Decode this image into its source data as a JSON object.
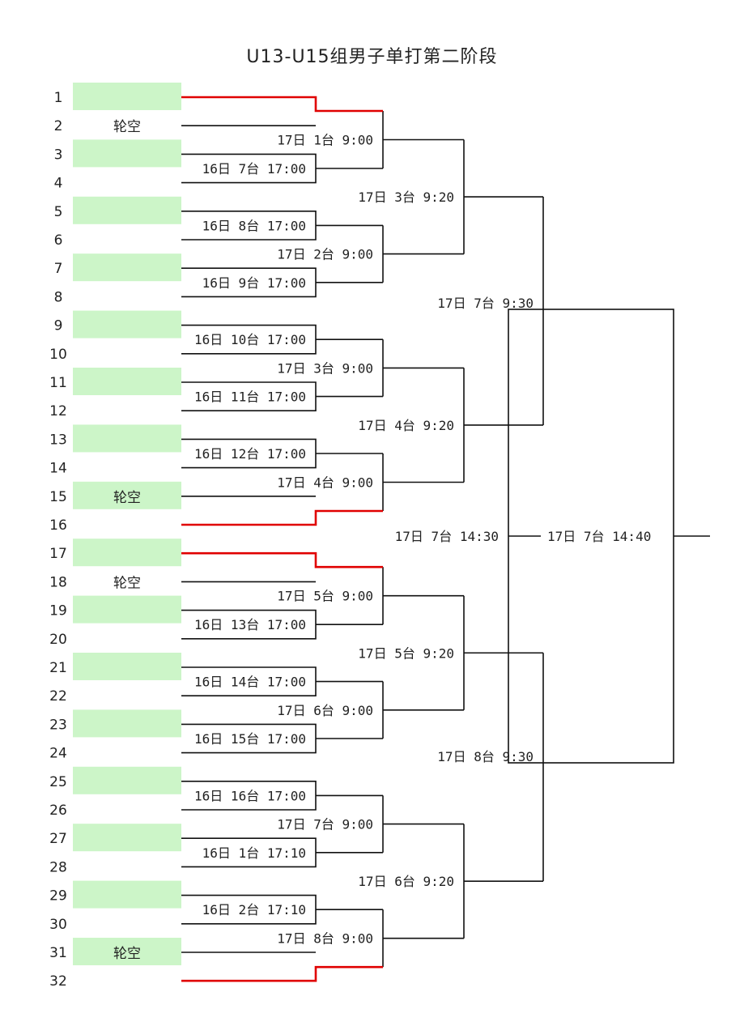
{
  "title": "U13-U15组男子单打第二阶段",
  "colors": {
    "slot_fill": "#ccf5c8",
    "line": "#111111",
    "advance_line": "#e00000"
  },
  "slots": [
    {
      "seed": "1",
      "label": ""
    },
    {
      "seed": "2",
      "label": "轮空"
    },
    {
      "seed": "3",
      "label": ""
    },
    {
      "seed": "4",
      "label": ""
    },
    {
      "seed": "5",
      "label": ""
    },
    {
      "seed": "6",
      "label": ""
    },
    {
      "seed": "7",
      "label": ""
    },
    {
      "seed": "8",
      "label": ""
    },
    {
      "seed": "9",
      "label": ""
    },
    {
      "seed": "10",
      "label": ""
    },
    {
      "seed": "11",
      "label": ""
    },
    {
      "seed": "12",
      "label": ""
    },
    {
      "seed": "13",
      "label": ""
    },
    {
      "seed": "14",
      "label": ""
    },
    {
      "seed": "15",
      "label": "轮空"
    },
    {
      "seed": "16",
      "label": ""
    },
    {
      "seed": "17",
      "label": ""
    },
    {
      "seed": "18",
      "label": "轮空"
    },
    {
      "seed": "19",
      "label": ""
    },
    {
      "seed": "20",
      "label": ""
    },
    {
      "seed": "21",
      "label": ""
    },
    {
      "seed": "22",
      "label": ""
    },
    {
      "seed": "23",
      "label": ""
    },
    {
      "seed": "24",
      "label": ""
    },
    {
      "seed": "25",
      "label": ""
    },
    {
      "seed": "26",
      "label": ""
    },
    {
      "seed": "27",
      "label": ""
    },
    {
      "seed": "28",
      "label": ""
    },
    {
      "seed": "29",
      "label": ""
    },
    {
      "seed": "30",
      "label": ""
    },
    {
      "seed": "31",
      "label": "轮空"
    },
    {
      "seed": "32",
      "label": ""
    }
  ],
  "round1": [
    {
      "label": "",
      "bye": true
    },
    {
      "label": "16日 7台 17:00",
      "bye": false
    },
    {
      "label": "16日 8台 17:00",
      "bye": false
    },
    {
      "label": "16日 9台 17:00",
      "bye": false
    },
    {
      "label": "16日 10台 17:00",
      "bye": false
    },
    {
      "label": "16日 11台 17:00",
      "bye": false
    },
    {
      "label": "16日 12台 17:00",
      "bye": false
    },
    {
      "label": "",
      "bye": true
    },
    {
      "label": "",
      "bye": true
    },
    {
      "label": "16日 13台 17:00",
      "bye": false
    },
    {
      "label": "16日 14台 17:00",
      "bye": false
    },
    {
      "label": "16日 15台 17:00",
      "bye": false
    },
    {
      "label": "16日 16台 17:00",
      "bye": false
    },
    {
      "label": "16日 1台 17:10",
      "bye": false
    },
    {
      "label": "16日 2台 17:10",
      "bye": false
    },
    {
      "label": "",
      "bye": true
    }
  ],
  "round2": [
    "17日 1台 9:00",
    "17日 2台 9:00",
    "17日 3台 9:00",
    "17日 4台 9:00",
    "17日 5台 9:00",
    "17日 6台 9:00",
    "17日 7台 9:00",
    "17日 8台 9:00"
  ],
  "round3": [
    "17日 3台 9:20",
    "17日 4台 9:20",
    "17日 5台 9:20",
    "17日 6台 9:20"
  ],
  "round4": [
    "17日 7台 9:30",
    "17日 8台 9:30"
  ],
  "semifinal": "17日 7台 14:30",
  "final": "17日 7台 14:40"
}
